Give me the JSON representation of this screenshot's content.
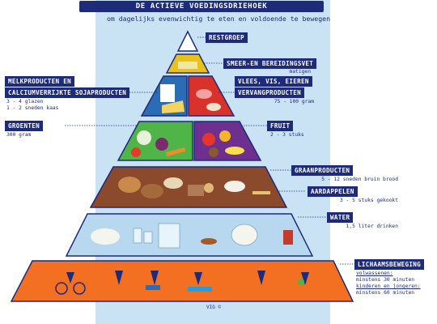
{
  "title": "De actieve voedingsdriehoek",
  "subtitle": "om dagelijks evenwichtig te eten en voldoende te bewegen",
  "credit": "VIG ©",
  "colors": {
    "navy": "#1d2b7a",
    "light_blue": "#c9e3f5",
    "green": "#4fb546",
    "blue": "#2b6db5",
    "red": "#d8322a",
    "purple": "#6f2f8e",
    "brown": "#8a4a2b",
    "water": "#b8d8ef",
    "orange": "#f36f21",
    "yellow": "#e8c21a"
  },
  "layers": {
    "restgroep": {
      "label": "Restgroep"
    },
    "smeervet": {
      "label": "Smeer-en bereidingsvet",
      "sub": "matigen"
    },
    "zuivel": {
      "label_1": "Melkproducten en",
      "label_2": "calciumverrijkte sojaproducten",
      "sub_1": "3 - 4 glazen",
      "sub_2": "1 - 2 sneden kaas"
    },
    "vlees": {
      "label_1": "Vlees, vis, eieren",
      "label_2": "vervangproducten",
      "sub": "75 - 100 gram"
    },
    "groenten": {
      "label": "Groenten",
      "sub": "300 gram"
    },
    "fruit": {
      "label": "Fruit",
      "sub": "2 - 3 stuks"
    },
    "graan": {
      "label": "Graanproducten",
      "sub": "5 - 12 sneden bruin brood"
    },
    "aardappelen": {
      "label": "Aardappelen",
      "sub": "3 - 5 stuks gekookt"
    },
    "water": {
      "label": "Water",
      "sub": "1,5 liter drinken"
    },
    "beweging": {
      "label": "Lichaamsbeweging",
      "sub_1": "volwassenen:",
      "sub_2": "minstens 30 minuten",
      "sub_3": "kinderen en jongeren:",
      "sub_4": "minstens 60 minuten"
    }
  }
}
